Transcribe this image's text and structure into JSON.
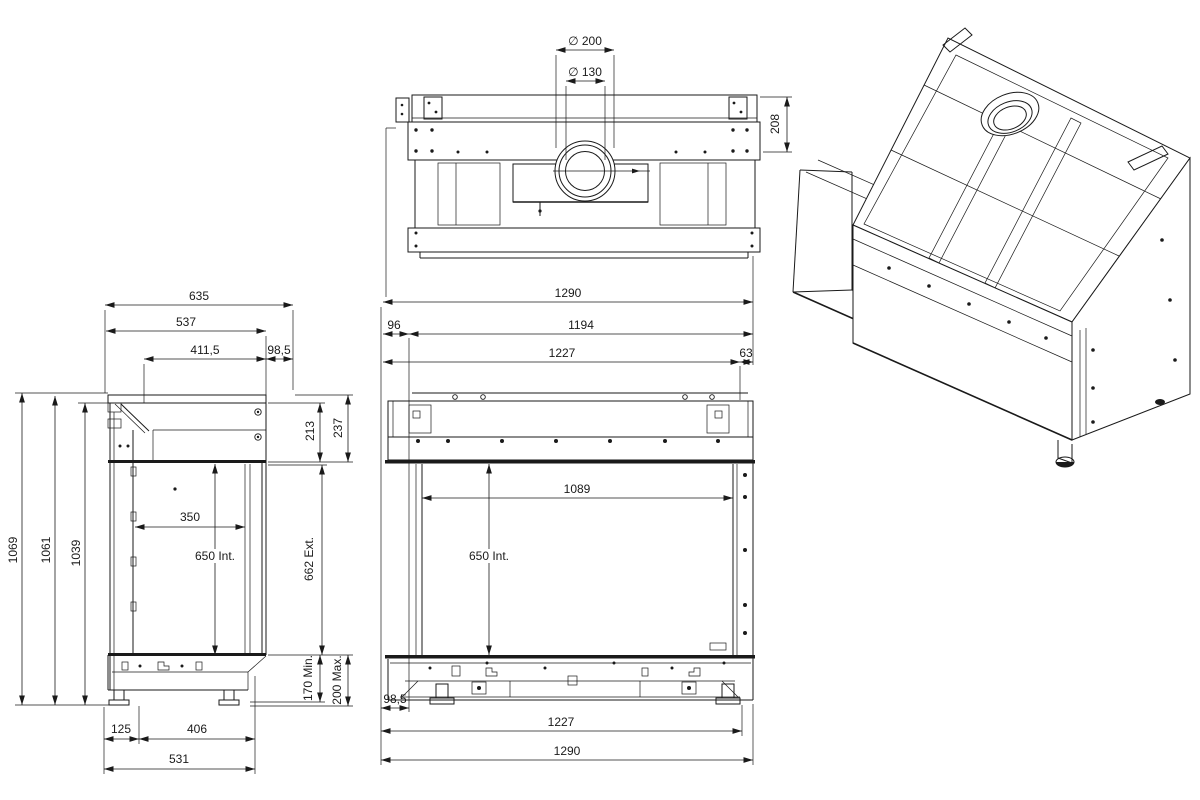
{
  "meta": {
    "drawing_type": "technical dimension drawing",
    "subject": "built-in fireplace insert, orthographic views with isometric view",
    "units": "mm",
    "line_color": "#1a1a1a",
    "background": "#ffffff"
  },
  "views": {
    "top_view": {
      "name": "top-view"
    },
    "front_view": {
      "name": "front-view"
    },
    "side_view": {
      "name": "side-view"
    },
    "iso_view": {
      "name": "isometric-view"
    }
  },
  "dims": {
    "tv_flue_outer": "∅ 200",
    "tv_flue_inner": "∅ 130",
    "tv_208": "208",
    "fv_1290_top": "1290",
    "fv_96": "96",
    "fv_1194": "1194",
    "fv_1227_top": "1227",
    "fv_63": "63",
    "fv_1089": "1089",
    "fv_650_int": "650 Int.",
    "fv_98_5": "98,5",
    "fv_1227_bottom": "1227",
    "fv_1290_bottom": "1290",
    "sv_635": "635",
    "sv_537": "537",
    "sv_411_5": "411,5",
    "sv_98_5": "98,5",
    "sv_213": "213",
    "sv_237": "237",
    "sv_1069": "1069",
    "sv_1061": "1061",
    "sv_1039": "1039",
    "sv_350": "350",
    "sv_650_int": "650 Int.",
    "sv_662_ext": "662 Ext.",
    "sv_170_min": "170 Min.",
    "sv_200_max": "200 Max.",
    "sv_125": "125",
    "sv_406": "406",
    "sv_531": "531"
  }
}
